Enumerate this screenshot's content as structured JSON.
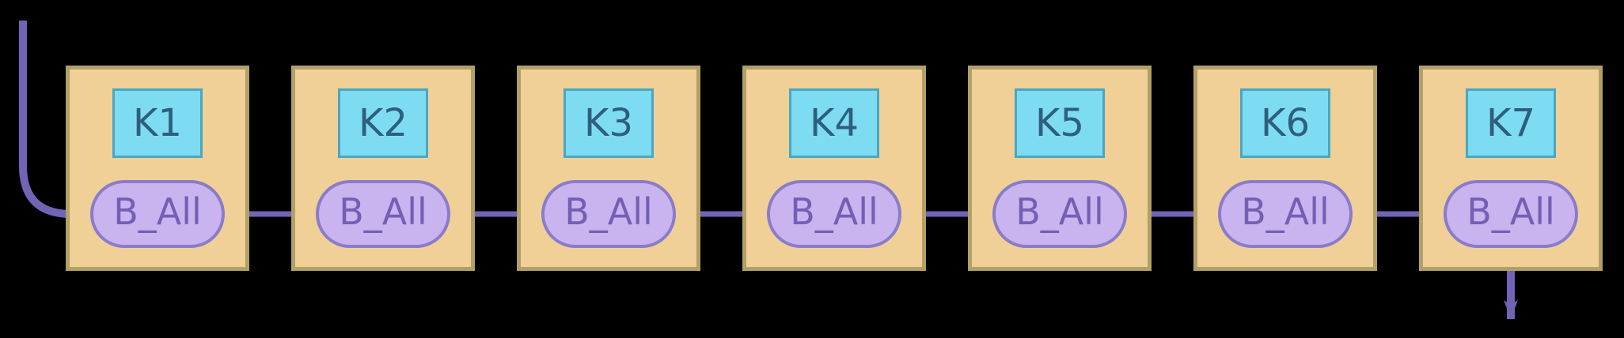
{
  "diagram": {
    "description": "chain of hash buckets",
    "background": "#000000",
    "nodes": [
      {
        "key": "K1",
        "bucket": "B_All"
      },
      {
        "key": "K2",
        "bucket": "B_All"
      },
      {
        "key": "K3",
        "bucket": "B_All"
      },
      {
        "key": "K4",
        "bucket": "B_All"
      },
      {
        "key": "K5",
        "bucket": "B_All"
      },
      {
        "key": "K6",
        "bucket": "B_All"
      },
      {
        "key": "K7",
        "bucket": "B_All"
      }
    ],
    "edges": {
      "entry": {
        "from": "outside-top-left",
        "to": "B_All@K1"
      },
      "chain": [
        {
          "from": "B_All@K1",
          "to": "B_All@K2"
        },
        {
          "from": "B_All@K2",
          "to": "B_All@K3"
        },
        {
          "from": "B_All@K3",
          "to": "B_All@K4"
        },
        {
          "from": "B_All@K4",
          "to": "B_All@K5"
        },
        {
          "from": "B_All@K5",
          "to": "B_All@K6"
        },
        {
          "from": "B_All@K6",
          "to": "B_All@K7"
        }
      ],
      "exit": {
        "from": "B_All@K7",
        "to": "outside-bottom"
      },
      "key_to_bucket_links": 7
    },
    "colors": {
      "cell_fill": "#f0d096",
      "cell_border": "#b1a067",
      "key_fill": "#7edcf2",
      "key_border": "#4aa6c2",
      "key_text": "#2e5f7e",
      "bucket_fill": "#c9b4f0",
      "bucket_border": "#8b7cc9",
      "bucket_text": "#745fb3",
      "arrow": "#7363b4"
    }
  }
}
